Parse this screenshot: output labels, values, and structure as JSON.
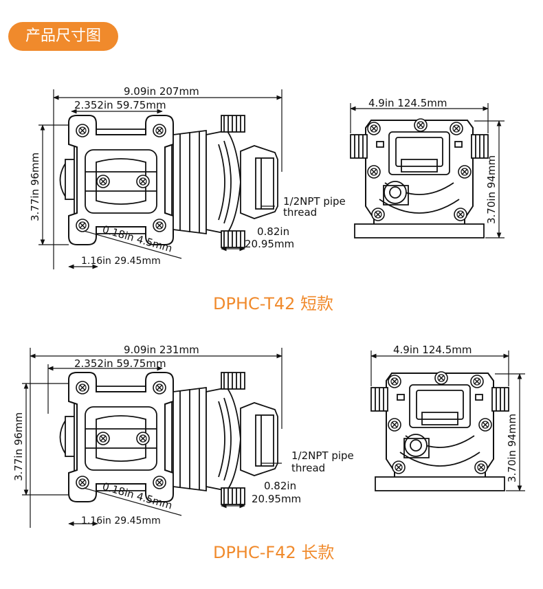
{
  "badge_label": "产品尺寸图",
  "colors": {
    "accent": "#f08a2c",
    "line": "#111111"
  },
  "models": [
    {
      "name": "DPHC-T42 短款",
      "side": {
        "overall_length": "9.09in  207mm",
        "mount_spacing": "2.352in  59.75mm",
        "height": "3.77in  96mm",
        "hole": "0.18in  4.5mm",
        "foot": "1.16in 29.45mm",
        "thread": "1/2NPT pipe",
        "thread2": "thread",
        "port_in": "0.82in",
        "port_mm": "20.95mm"
      },
      "front": {
        "width": "4.9in  124.5mm",
        "height": "3.70in  94mm"
      }
    },
    {
      "name": "DPHC-F42 长款",
      "side": {
        "overall_length": "9.09in  231mm",
        "mount_spacing": "2.352in  59.75mm",
        "height": "3.77in  96mm",
        "hole": "0.18in  4.5mm",
        "foot": "1.16in 29.45mm",
        "thread": "1/2NPT pipe",
        "thread2": "thread",
        "port_in": "0.82in",
        "port_mm": "20.95mm"
      },
      "front": {
        "width": "4.9in  124.5mm",
        "height": "3.70in  94mm"
      }
    }
  ]
}
